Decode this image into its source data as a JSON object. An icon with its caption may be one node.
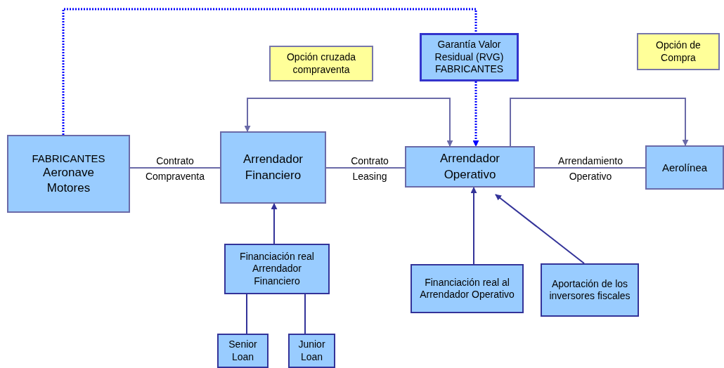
{
  "diagram": {
    "nodes": [
      {
        "text": [
          "Garantía Valor Residual (RVG) FABRICANTES"
        ]
      },
      {
        "text": [
          "Opción cruzada compraventa"
        ]
      },
      {
        "text": [
          "Opción de Compra"
        ]
      },
      {
        "text": [
          "FABRICANTES",
          "Aeronave Motores"
        ]
      },
      {
        "text": [
          "Arrendador Financiero"
        ]
      },
      {
        "text": [
          "Arrendador Operativo"
        ]
      },
      {
        "text": [
          "Aerolínea"
        ]
      },
      {
        "text": [
          "Financiación real Arrendador Financiero"
        ]
      },
      {
        "text": [
          "Financiación real al Arrendador Operativo"
        ]
      },
      {
        "text": [
          "Aportación de los inversores fiscales"
        ]
      },
      {
        "text": [
          "Senior Loan"
        ]
      },
      {
        "text": [
          "Junior Loan"
        ]
      }
    ],
    "edges": [
      {
        "from": 3,
        "to": 0,
        "arrow": "none",
        "style": "dashed",
        "color": "#0000ff"
      },
      {
        "from": 0,
        "to": 5,
        "arrow": "to",
        "style": "dashed",
        "color": "#0000ff"
      },
      {
        "from": 4,
        "to": 5,
        "arrow": "both"
      },
      {
        "from": 5,
        "to": 6,
        "arrow": "to"
      },
      {
        "from": 3,
        "to": 4,
        "arrow": "none",
        "label": "Contrato Compraventa"
      },
      {
        "from": 4,
        "to": 5,
        "arrow": "none",
        "label": "Contrato Leasing"
      },
      {
        "from": 5,
        "to": 6,
        "arrow": "none",
        "label": "Arrendamiento Operativo"
      },
      {
        "from": 7,
        "to": 4,
        "arrow": "to",
        "color": "#333399"
      },
      {
        "from": 8,
        "to": 5,
        "arrow": "to",
        "color": "#333399"
      },
      {
        "from": 9,
        "to": 5,
        "arrow": "to",
        "color": "#333399"
      },
      {
        "from": 10,
        "to": 7,
        "arrow": "none",
        "color": "#333399"
      },
      {
        "from": 11,
        "to": 7,
        "arrow": "none",
        "color": "#333399"
      }
    ]
  }
}
